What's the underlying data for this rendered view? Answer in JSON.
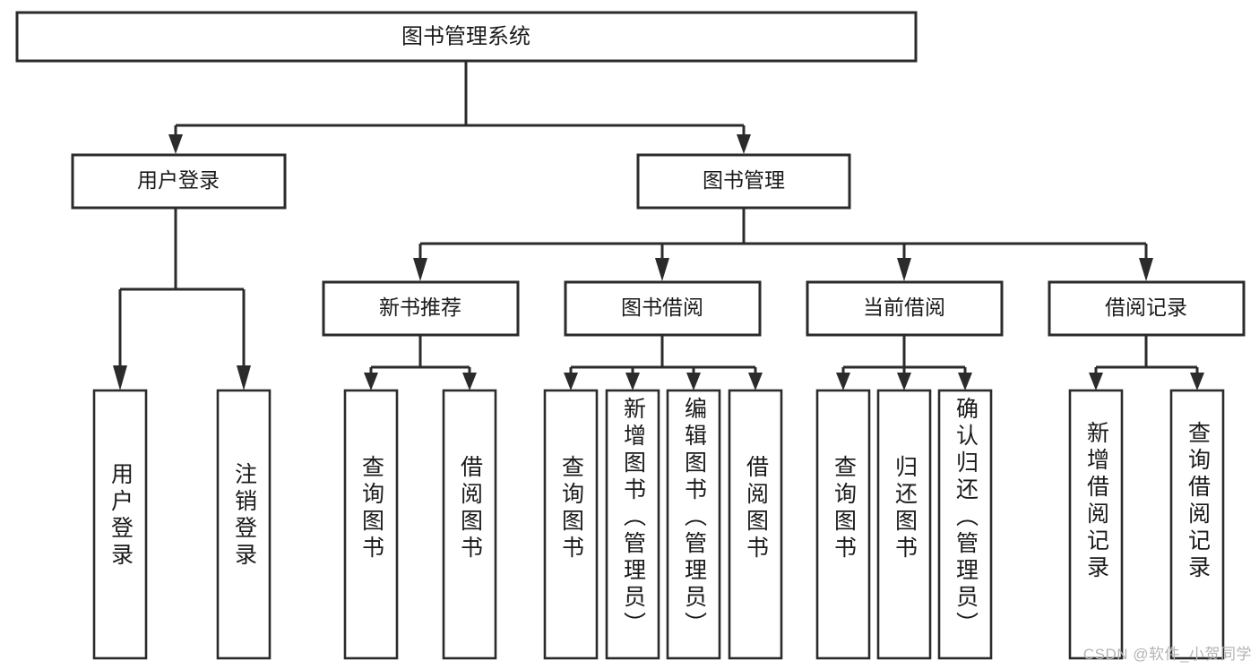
{
  "diagram": {
    "type": "hierarchy-tree",
    "title": "图书管理系统",
    "watermark": "CSDN @软件_小贺同学",
    "colors": {
      "box_stroke": "#2b2b2b",
      "box_fill": "#ffffff",
      "text": "#1a1a1a",
      "background": "#ffffff",
      "watermark": "#b4b4b4"
    },
    "root": {
      "label": "图书管理系统"
    },
    "level2": [
      {
        "label": "用户登录"
      },
      {
        "label": "图书管理"
      }
    ],
    "level3": [
      {
        "label": "新书推荐"
      },
      {
        "label": "图书借阅"
      },
      {
        "label": "当前借阅"
      },
      {
        "label": "借阅记录"
      }
    ],
    "leaves": [
      {
        "label": "用户登录",
        "parent": "用户登录"
      },
      {
        "label": "注销登录",
        "parent": "用户登录"
      },
      {
        "label": "查询图书",
        "parent": "新书推荐"
      },
      {
        "label": "借阅图书",
        "parent": "新书推荐"
      },
      {
        "label": "查询图书",
        "parent": "图书借阅"
      },
      {
        "label": "新增图书（管理员）",
        "parent": "图书借阅"
      },
      {
        "label": "编辑图书（管理员）",
        "parent": "图书借阅"
      },
      {
        "label": "借阅图书",
        "parent": "图书借阅"
      },
      {
        "label": "查询图书",
        "parent": "当前借阅"
      },
      {
        "label": "归还图书",
        "parent": "当前借阅"
      },
      {
        "label": "确认归还（管理员）",
        "parent": "当前借阅"
      },
      {
        "label": "新增借阅记录",
        "parent": "借阅记录"
      },
      {
        "label": "查询借阅记录",
        "parent": "借阅记录"
      }
    ]
  }
}
